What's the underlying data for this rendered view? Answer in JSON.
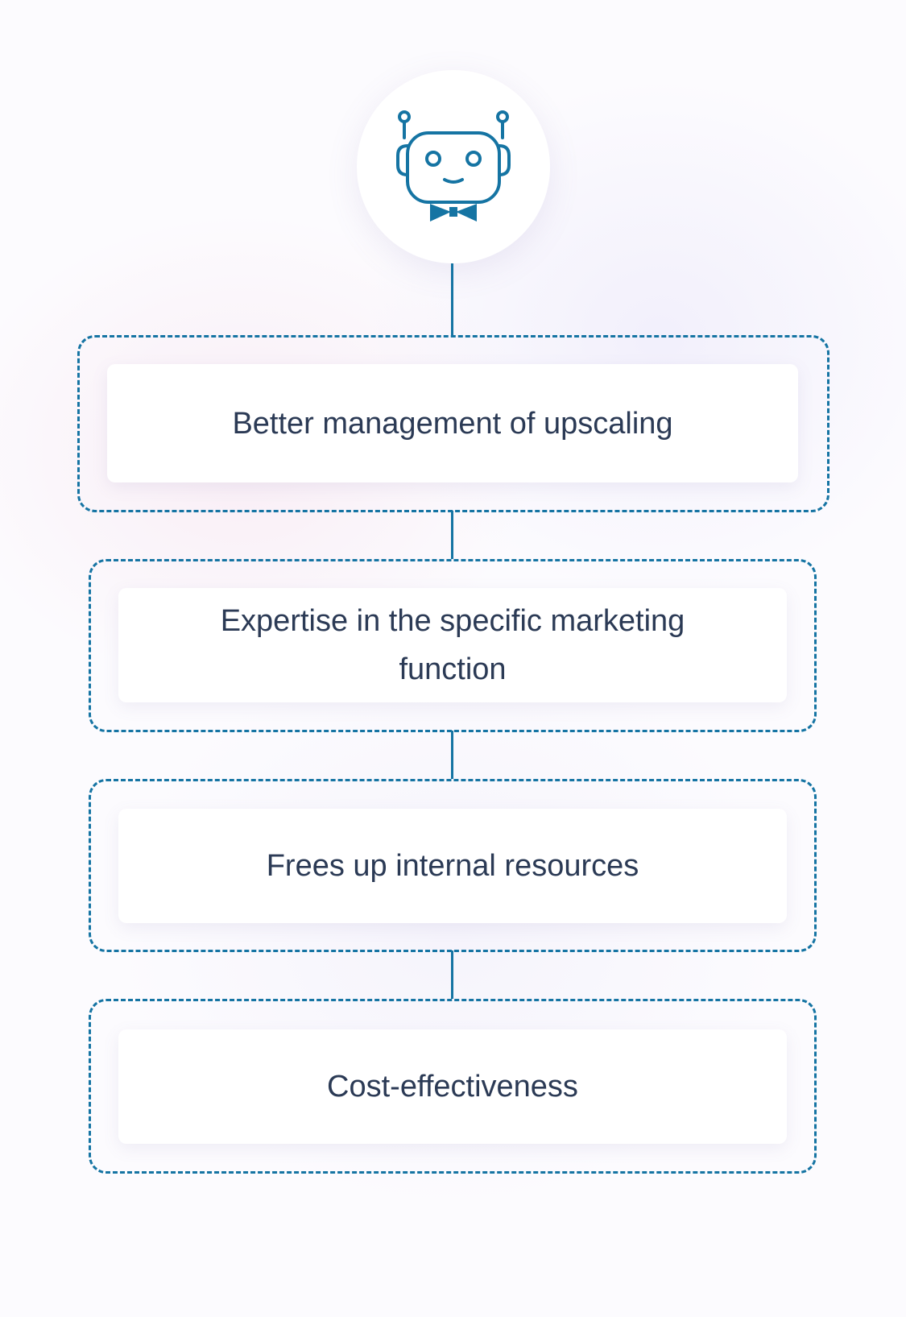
{
  "diagram": {
    "top_icon": "robot-icon",
    "accent_color": "#1574a3",
    "text_color": "#2b3a55",
    "items": [
      {
        "label": "Better management of upscaling"
      },
      {
        "label": "Expertise in the specific marketing function"
      },
      {
        "label": "Frees up internal resources"
      },
      {
        "label": "Cost-effectiveness"
      }
    ]
  }
}
